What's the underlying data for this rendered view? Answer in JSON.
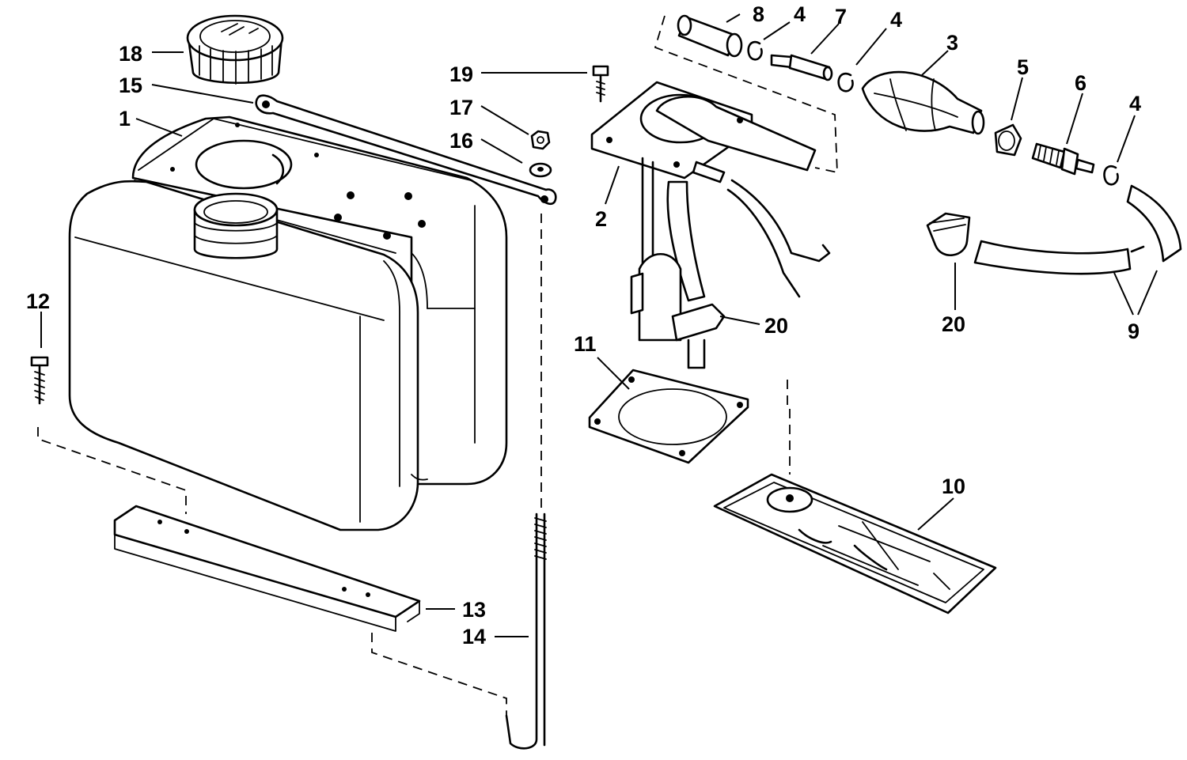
{
  "callouts": [
    {
      "id": "c18",
      "text": "18"
    },
    {
      "id": "c15",
      "text": "15"
    },
    {
      "id": "c1",
      "text": "1"
    },
    {
      "id": "c12",
      "text": "12"
    },
    {
      "id": "c19",
      "text": "19"
    },
    {
      "id": "c17",
      "text": "17"
    },
    {
      "id": "c16",
      "text": "16"
    },
    {
      "id": "c8",
      "text": "8"
    },
    {
      "id": "c4a",
      "text": "4"
    },
    {
      "id": "c7",
      "text": "7"
    },
    {
      "id": "c4b",
      "text": "4"
    },
    {
      "id": "c3",
      "text": "3"
    },
    {
      "id": "c5",
      "text": "5"
    },
    {
      "id": "c6",
      "text": "6"
    },
    {
      "id": "c4c",
      "text": "4"
    },
    {
      "id": "c2",
      "text": "2"
    },
    {
      "id": "c20a",
      "text": "20"
    },
    {
      "id": "c20b",
      "text": "20"
    },
    {
      "id": "c9",
      "text": "9"
    },
    {
      "id": "c11",
      "text": "11"
    },
    {
      "id": "c10",
      "text": "10"
    },
    {
      "id": "c13",
      "text": "13"
    },
    {
      "id": "c14",
      "text": "14"
    }
  ]
}
